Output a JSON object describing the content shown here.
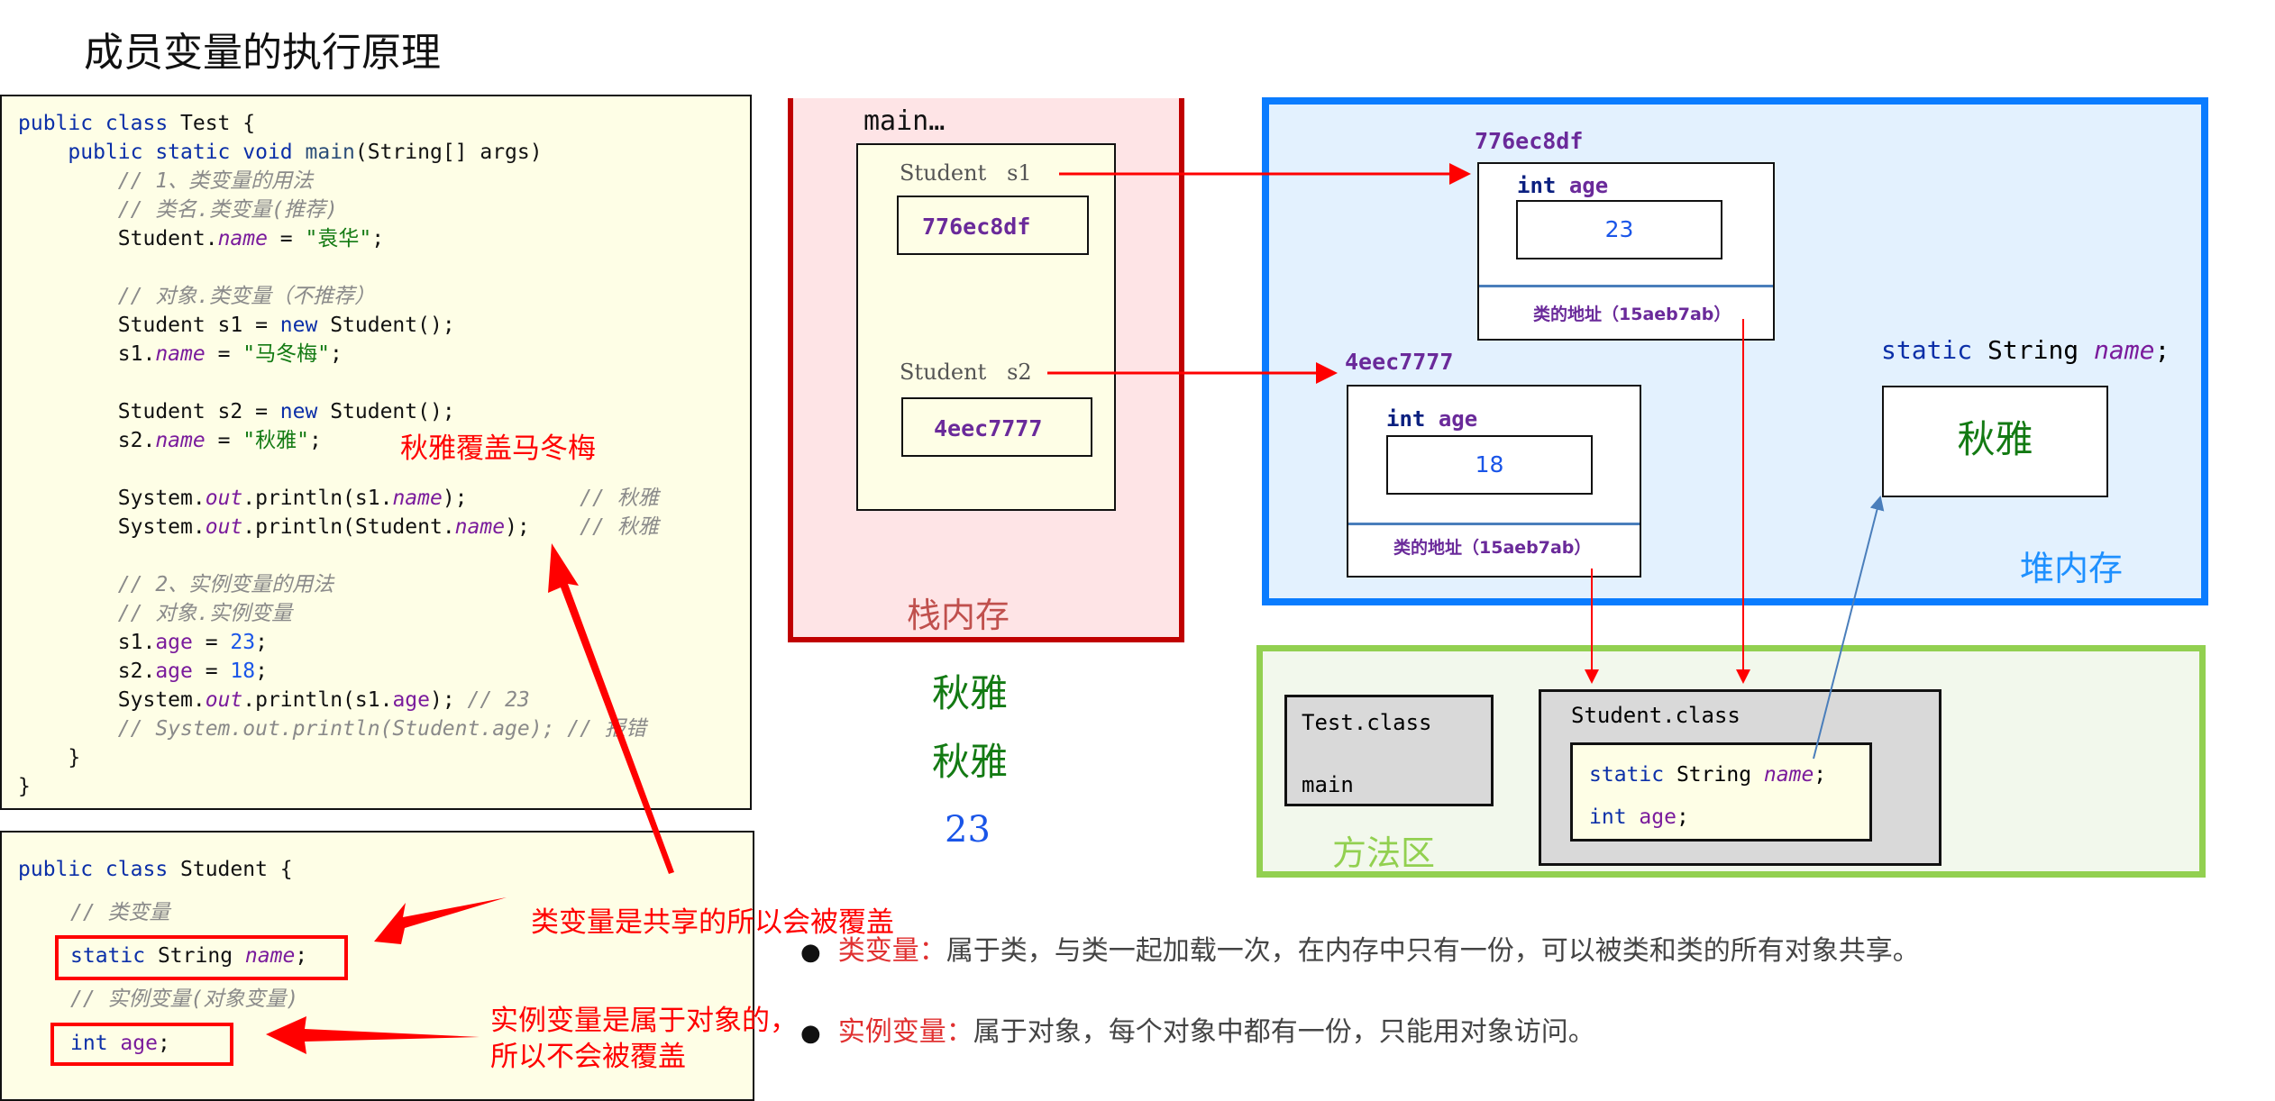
{
  "title": "成员变量的执行原理",
  "test_code": [
    [
      [
        "public class ",
        "kw"
      ],
      [
        "Test {",
        ""
      ]
    ],
    [
      [
        "    public static void ",
        "kw"
      ],
      [
        "main",
        "fn"
      ],
      [
        "(String[] args)",
        ""
      ]
    ],
    [
      [
        "        // 1、类变量的用法",
        "cm"
      ]
    ],
    [
      [
        "        // 类名.类变量(推荐)",
        "cm"
      ]
    ],
    [
      [
        "        Student.",
        ""
      ],
      [
        "name",
        "fld"
      ],
      [
        " = ",
        ""
      ],
      [
        "\"袁华\"",
        "str"
      ],
      [
        ";",
        ""
      ]
    ],
    [
      [
        "",
        ""
      ]
    ],
    [
      [
        "        // 对象.类变量（不推荐）",
        "cm"
      ]
    ],
    [
      [
        "        Student s1 = ",
        ""
      ],
      [
        "new",
        "kw"
      ],
      [
        " Student();",
        ""
      ]
    ],
    [
      [
        "        s1.",
        ""
      ],
      [
        "name",
        "fld"
      ],
      [
        " = ",
        ""
      ],
      [
        "\"马冬梅\"",
        "str"
      ],
      [
        ";",
        ""
      ]
    ],
    [
      [
        "",
        ""
      ]
    ],
    [
      [
        "        Student s2 = ",
        ""
      ],
      [
        "new",
        "kw"
      ],
      [
        " Student();",
        ""
      ]
    ],
    [
      [
        "        s2.",
        ""
      ],
      [
        "name",
        "fld"
      ],
      [
        " = ",
        ""
      ],
      [
        "\"秋雅\"",
        "str"
      ],
      [
        ";",
        ""
      ]
    ],
    [
      [
        "",
        ""
      ]
    ],
    [
      [
        "        System.",
        ""
      ],
      [
        "out",
        "fld"
      ],
      [
        ".println(s1.",
        ""
      ],
      [
        "name",
        "fld"
      ],
      [
        ");         ",
        ""
      ],
      [
        "// 秋雅",
        "cm"
      ]
    ],
    [
      [
        "        System.",
        ""
      ],
      [
        "out",
        "fld"
      ],
      [
        ".println(Student.",
        ""
      ],
      [
        "name",
        "fld"
      ],
      [
        ");    ",
        ""
      ],
      [
        "// 秋雅",
        "cm"
      ]
    ],
    [
      [
        "",
        ""
      ]
    ],
    [
      [
        "        // 2、实例变量的用法",
        "cm"
      ]
    ],
    [
      [
        "        // 对象.实例变量",
        "cm"
      ]
    ],
    [
      [
        "        s1.",
        ""
      ],
      [
        "age",
        "fldn"
      ],
      [
        " = ",
        ""
      ],
      [
        "23",
        "num"
      ],
      [
        ";",
        ""
      ]
    ],
    [
      [
        "        s2.",
        ""
      ],
      [
        "age",
        "fldn"
      ],
      [
        " = ",
        ""
      ],
      [
        "18",
        "num"
      ],
      [
        ";",
        ""
      ]
    ],
    [
      [
        "        System.",
        ""
      ],
      [
        "out",
        "fld"
      ],
      [
        ".println(s1.",
        ""
      ],
      [
        "age",
        "fldn"
      ],
      [
        "); ",
        ""
      ],
      [
        "// 23",
        "cm"
      ]
    ],
    [
      [
        "        // System.out.println(Student.age); // 报错",
        "cm"
      ]
    ],
    [
      [
        "    }",
        ""
      ]
    ],
    [
      [
        "}",
        ""
      ]
    ]
  ],
  "student_code": {
    "line1": [
      [
        "public class ",
        "kw"
      ],
      [
        "Student {",
        ""
      ]
    ],
    "comment1": "// 类变量",
    "static_kw": "static",
    "string_kw": "String",
    "name_field": "name",
    "semi": ";",
    "comment2": "// 实例变量(对象变量)",
    "int_kw": "int",
    "age_field": "age"
  },
  "annotations": {
    "override": "秋雅覆盖马冬梅",
    "shared": "类变量是共享的所以会被覆盖",
    "instance1": "实例变量是属于对象的，",
    "instance2": "所以不会被覆盖"
  },
  "stack": {
    "frame": "main…",
    "label": "栈内存",
    "var1_type": "Student",
    "var1_name": "s1",
    "var1_value": "776ec8df",
    "var2_type": "Student",
    "var2_name": "s2",
    "var2_value": "4eec7777"
  },
  "output": [
    "秋雅",
    "秋雅",
    "23"
  ],
  "heap": {
    "label": "堆内存",
    "obj1": {
      "addr": "776ec8df",
      "field": "int",
      "field_name": "age",
      "value": "23",
      "class_addr": "类的地址（15aeb7ab）"
    },
    "obj2": {
      "addr": "4eec7777",
      "field": "int",
      "field_name": "age",
      "value": "18",
      "class_addr": "类的地址（15aeb7ab）"
    },
    "static_decl": {
      "kw": "static",
      "type": "String",
      "name": "name",
      "semi": ";"
    },
    "static_value": "秋雅"
  },
  "method_area": {
    "label": "方法区",
    "test_class": "Test.class",
    "test_method": "main",
    "student_class": "Student.class",
    "static_kw": "static",
    "type": "String",
    "name": "name",
    "semi": ";",
    "int_kw": "int",
    "age": "age"
  },
  "bullets": [
    {
      "label": "类变量：",
      "text": "属于类，与类一起加载一次，在内存中只有一份，可以被类和类的所有对象共享。"
    },
    {
      "label": "实例变量：",
      "text": "属于对象，每个对象中都有一份，只能用对象访问。"
    }
  ]
}
